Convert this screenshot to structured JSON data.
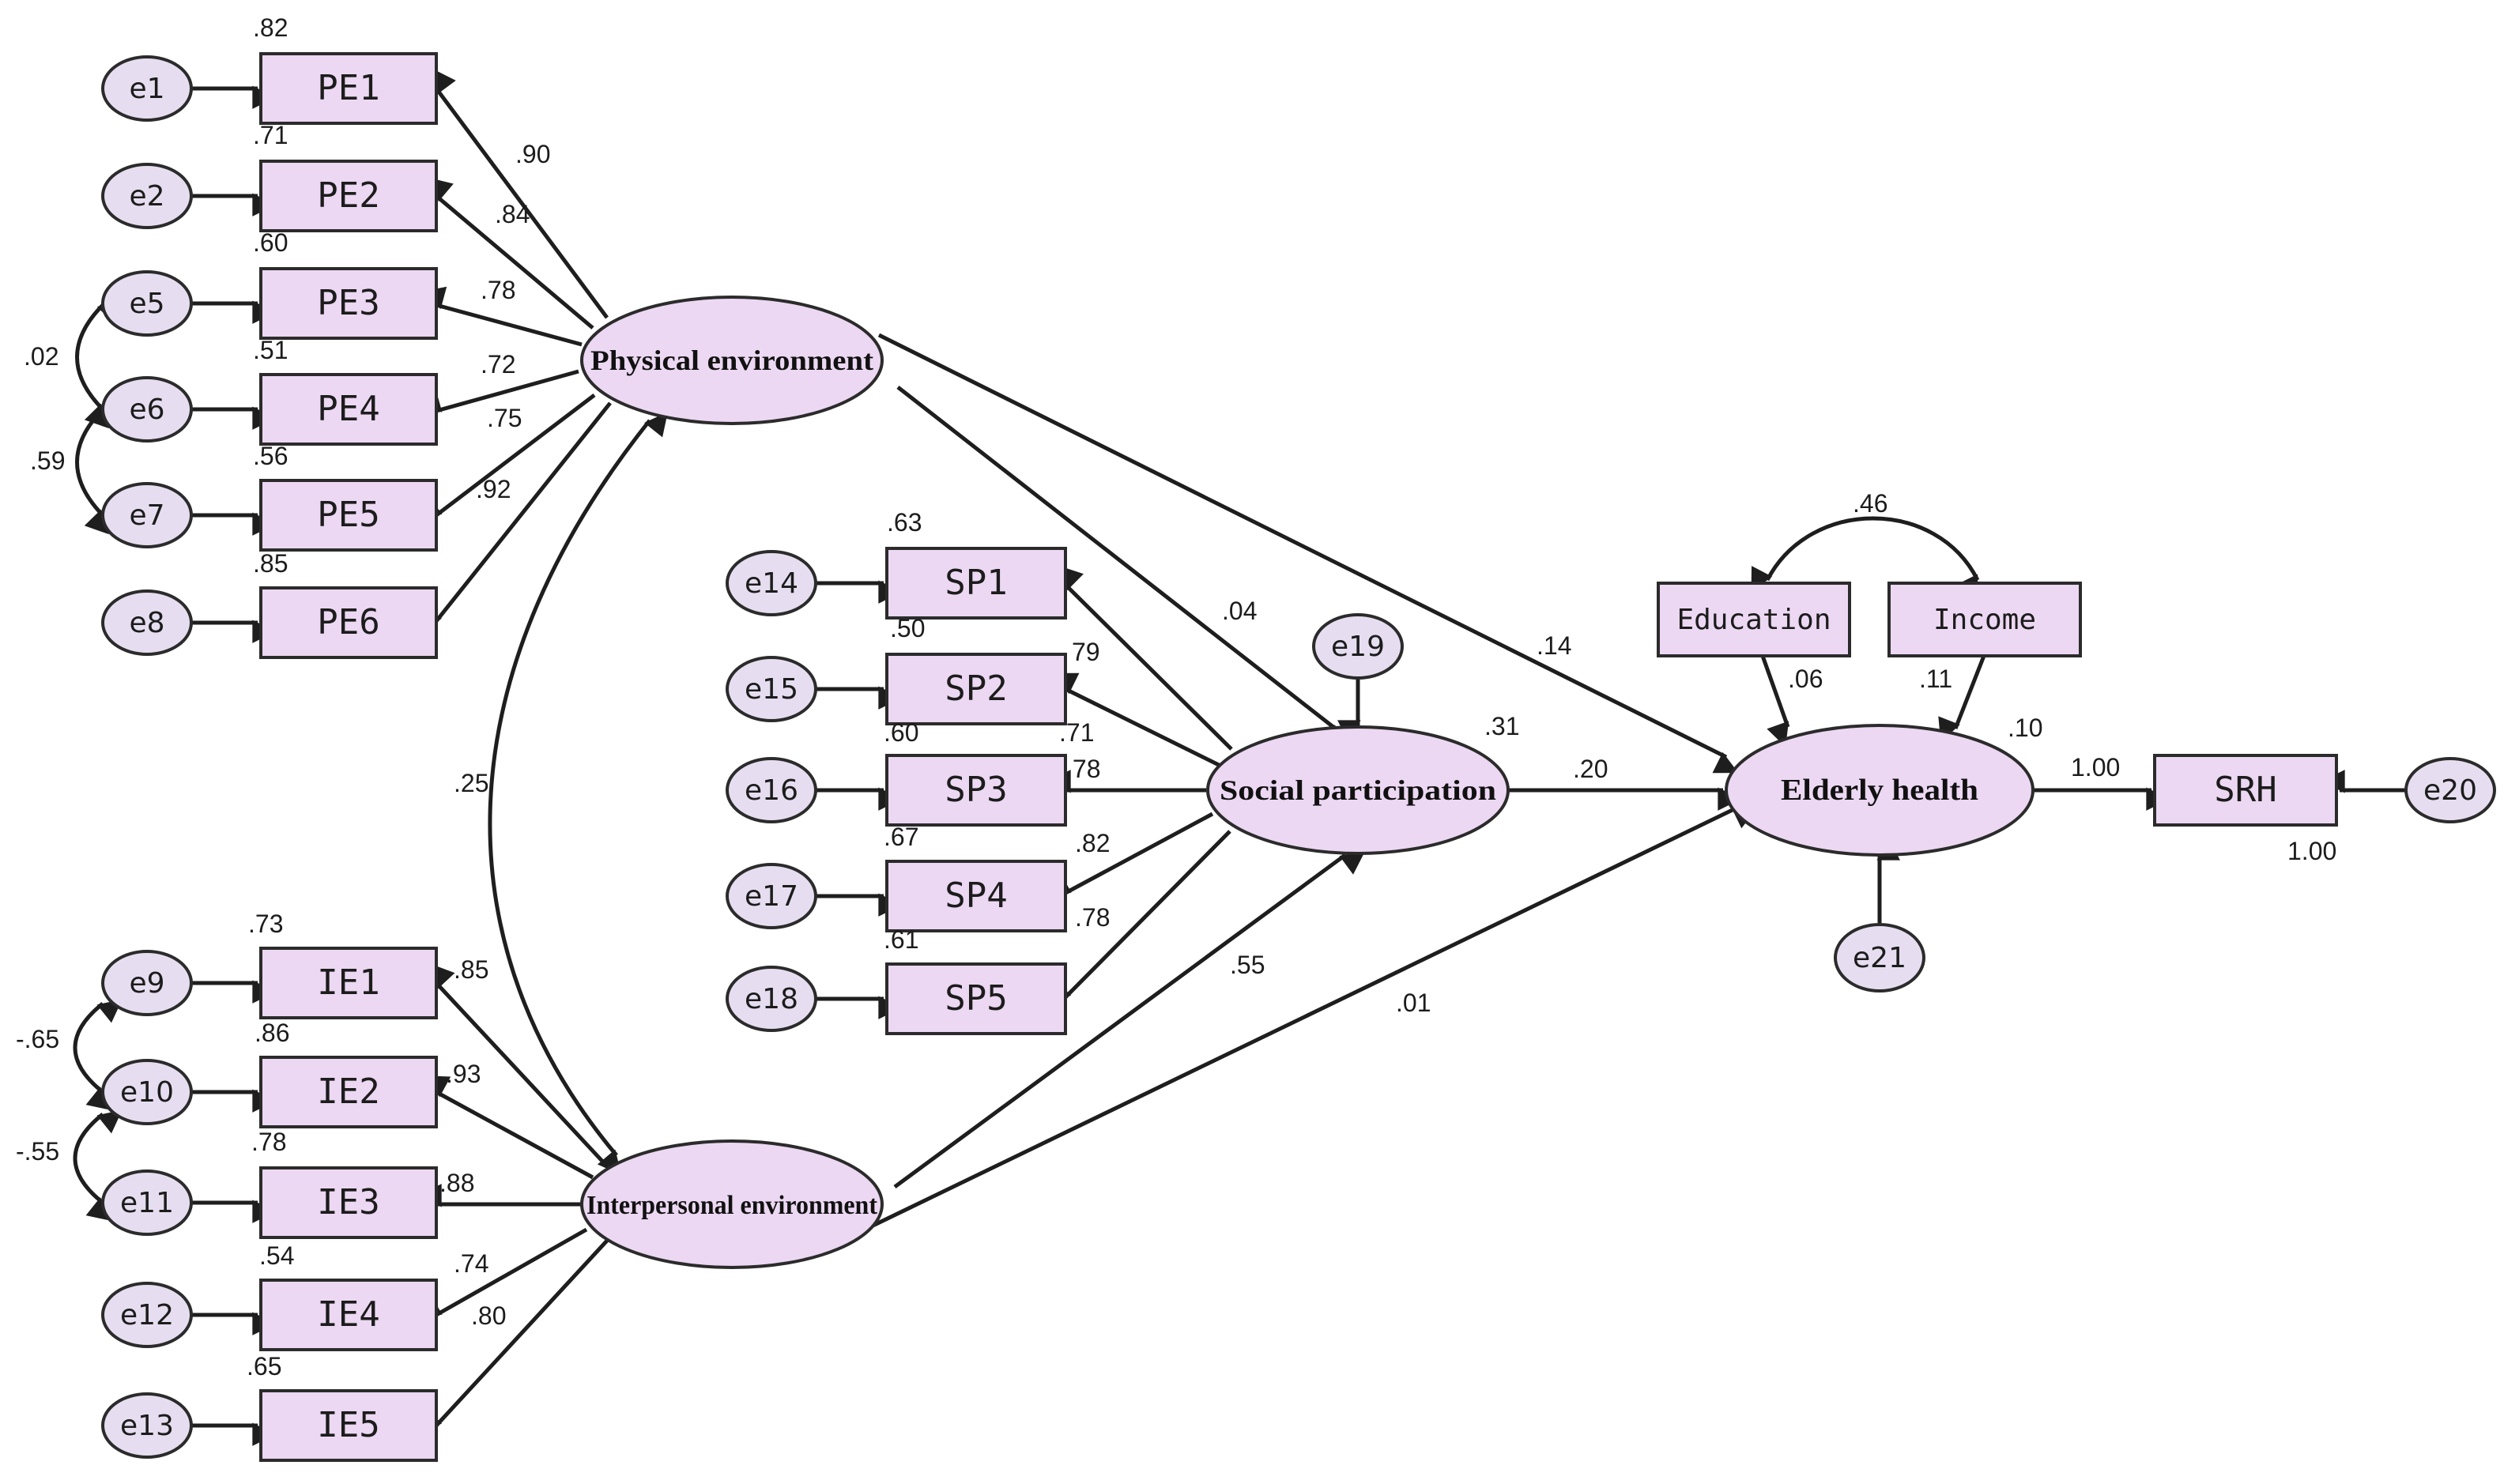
{
  "latent": {
    "pe": "Physical environment",
    "ie": "Interpersonal environment",
    "sp": "Social participation",
    "eh": "Elderly health"
  },
  "observed": {
    "pe": [
      "PE1",
      "PE2",
      "PE3",
      "PE4",
      "PE5",
      "PE6"
    ],
    "ie": [
      "IE1",
      "IE2",
      "IE3",
      "IE4",
      "IE5"
    ],
    "sp": [
      "SP1",
      "SP2",
      "SP3",
      "SP4",
      "SP5"
    ],
    "srh": "SRH",
    "education": "Education",
    "income": "Income"
  },
  "errors": {
    "pe": [
      "e1",
      "e2",
      "e5",
      "e6",
      "e7",
      "e8"
    ],
    "ie": [
      "e9",
      "e10",
      "e11",
      "e12",
      "e13"
    ],
    "sp": [
      "e14",
      "e15",
      "e16",
      "e17",
      "e18"
    ],
    "e19": "e19",
    "e20": "e20",
    "e21": "e21"
  },
  "r2": {
    "pe": [
      ".82",
      ".71",
      ".60",
      ".51",
      ".56",
      ".85"
    ],
    "ie": [
      ".73",
      ".86",
      ".78",
      ".54",
      ".65"
    ],
    "sp": [
      ".63",
      ".50",
      ".60",
      ".67",
      ".61"
    ],
    "sp_latent": ".31",
    "eh_latent": ".10",
    "srh": "1.00"
  },
  "loadings": {
    "pe": [
      ".90",
      ".84",
      ".78",
      ".72",
      ".75",
      ".92"
    ],
    "ie": [
      ".85",
      ".93",
      ".88",
      ".74",
      ".80"
    ],
    "sp": [
      "79",
      ".71",
      ".78",
      ".82",
      ".78"
    ],
    "srh": "1.00"
  },
  "paths": {
    "pe_sp": ".04",
    "pe_eh": ".14",
    "sp_eh": ".20",
    "ie_sp": ".55",
    "ie_eh": ".01",
    "edu_eh": ".06",
    "inc_eh": ".11",
    "pe_ie": ".25",
    "edu_inc": ".46"
  },
  "error_covariances": {
    "e5_e6": ".02",
    "e6_e7": ".59",
    "e9_e10": "-.65",
    "e10_e11": "-.55"
  }
}
